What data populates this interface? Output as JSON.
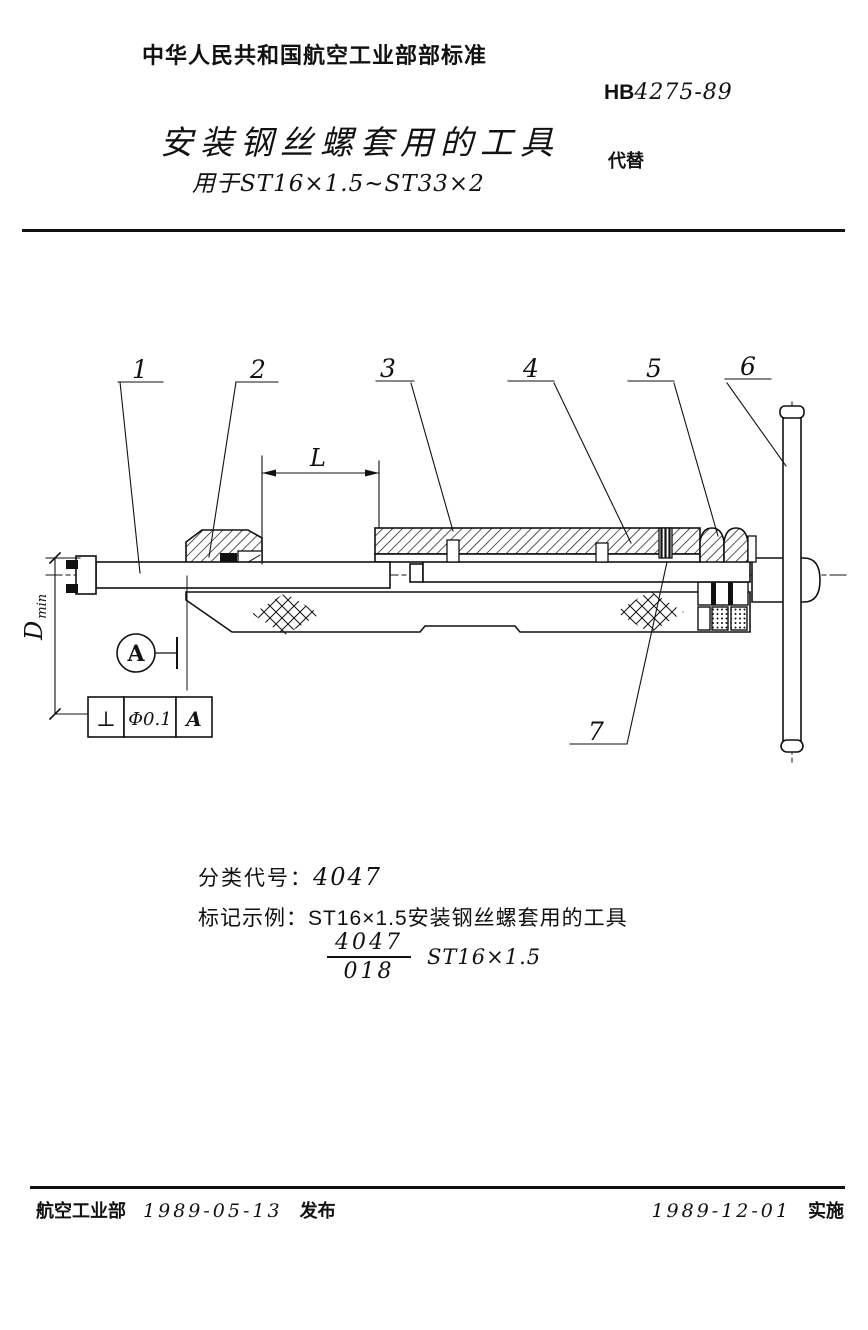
{
  "header": {
    "standard_org_line": "中华人民共和国航空工业部部标准",
    "std_prefix": "HB",
    "std_number": "4275-89",
    "replaces": "代替",
    "title": "安装钢丝螺套用的工具",
    "subtitle": "用于ST16×1.5~ST33×2"
  },
  "drawing": {
    "callouts": [
      "1",
      "2",
      "3",
      "4",
      "5",
      "6",
      "7"
    ],
    "length_label": "L",
    "diameter_label": "D",
    "diameter_subscript": "min",
    "datum_label": "A",
    "fcf_symbol": "⊥",
    "fcf_tolerance": "Φ0.1",
    "fcf_datum": "A"
  },
  "notes": {
    "class_label": "分类代号：",
    "class_code": "4047",
    "example_label": "标记示例：",
    "example_text": "ST16×1.5安装钢丝螺套用的工具",
    "fraction_numerator": "4047",
    "fraction_denominator": "018",
    "fraction_suffix": "ST16×1.5"
  },
  "footer": {
    "issuer": "航空工业部",
    "issue_date": "1989-05-13",
    "issue_action": "发布",
    "effective_date": "1989-12-01",
    "effective_action": "实施"
  }
}
